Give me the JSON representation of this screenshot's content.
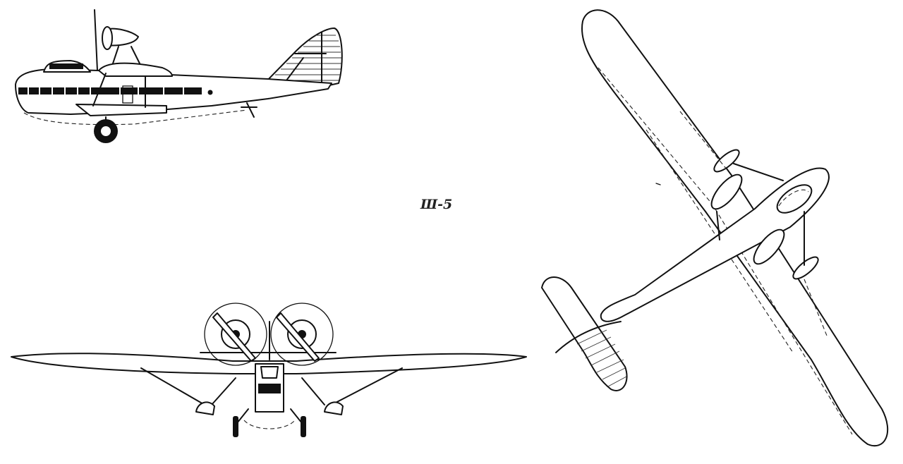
{
  "drawing": {
    "caption": "Ш-5",
    "views": [
      "side-view",
      "front-view",
      "top-view"
    ]
  }
}
